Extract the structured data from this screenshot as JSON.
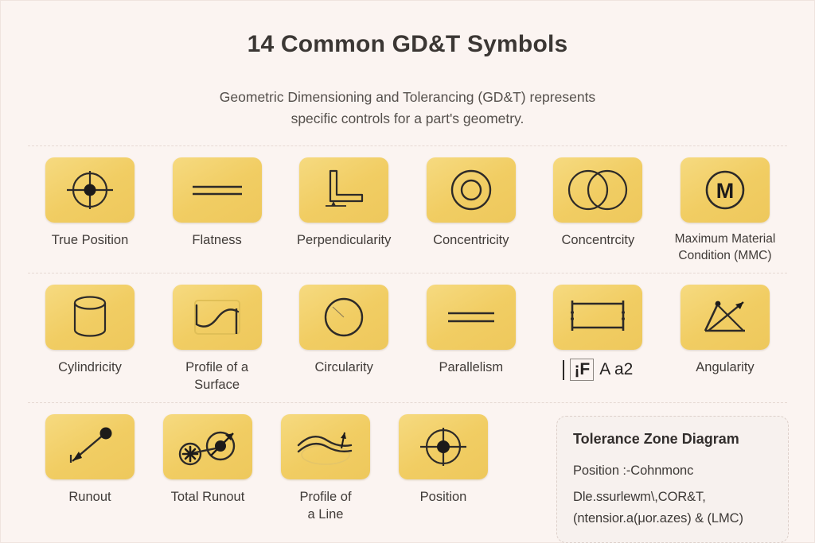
{
  "header": {
    "title": "14 Common GD&T Symbols",
    "subtitle_line1": "Geometric Dimensioning and Tolerancing (GD&T) represents",
    "subtitle_line2": "specific controls for a part's geometry."
  },
  "colors": {
    "page_background": "#fbf4f1",
    "tile_yellow": "#f1cd63",
    "symbol_stroke": "#2d2a28",
    "text_primary": "#3b3734",
    "divider": "#e6d9d3"
  },
  "rows": [
    {
      "items": [
        {
          "label": "True Position",
          "icon": "true-position-crosshair-circle-icon"
        },
        {
          "label": "Flatness",
          "icon": "flatness-parallel-lines-icon"
        },
        {
          "label": "Perpendicularity",
          "icon": "perpendicularity-right-angle-icon"
        },
        {
          "label": "Concentricity",
          "icon": "concentricity-concentric-circles-icon"
        },
        {
          "label": "Concentrcity",
          "icon": "overlapping-circles-icon"
        },
        {
          "label": "Maximum Material\nCondition (MMC)",
          "icon": "circled-m-icon"
        }
      ]
    },
    {
      "items": [
        {
          "label": "Cylindricity",
          "icon": "cylindricity-cylinder-icon"
        },
        {
          "label": "Profile of a\nSurface",
          "icon": "profile-of-surface-curve-icon"
        },
        {
          "label": "Circularity",
          "icon": "circularity-circle-icon"
        },
        {
          "label": "Parallelism",
          "icon": "parallelism-lines-icon"
        },
        {
          "label": "",
          "icon": "tolerance-bar-frame-icon",
          "fcf": {
            "box_text": "¡F",
            "trailing_text": "A a2"
          }
        },
        {
          "label": "Angularity",
          "icon": "angularity-angle-arrow-icon"
        }
      ]
    },
    {
      "items": [
        {
          "label": "Runout",
          "icon": "runout-arrow-icon"
        },
        {
          "label": "Total Runout",
          "icon": "total-runout-double-circle-icon"
        },
        {
          "label": "Profile of\na Line",
          "icon": "profile-of-line-wave-icon"
        },
        {
          "label": "Position",
          "icon": "position-crosshair-circle-icon"
        }
      ]
    }
  ],
  "panel": {
    "title": "Tolerance Zone Diagram",
    "lines": [
      "Position :-Cohnmonc",
      "Dle.ssurlewm\\,COR&T,",
      "(ntensior.a(μor.azes) & (LMC)"
    ]
  }
}
